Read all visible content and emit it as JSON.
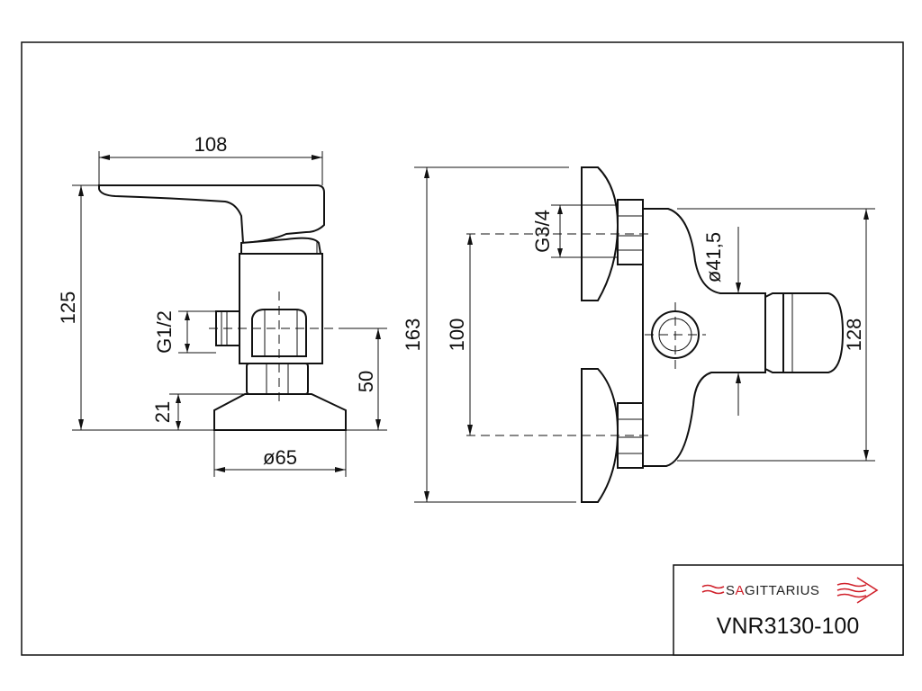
{
  "dimensions": {
    "side_width": "108",
    "side_height": "125",
    "inlet_thread": "G1/2",
    "base_height": "21",
    "center_height": "50",
    "base_diameter": "ø65",
    "front_height": "163",
    "center_distance": "100",
    "outlet_thread": "G3/4",
    "outlet_diameter": "ø41,5",
    "body_height": "128"
  },
  "title_block": {
    "brand": {
      "prefix": "S",
      "accent": "A",
      "rest": "GITTARIUS",
      "accent_color": "#d0202a",
      "logo_color": "#d0202a"
    },
    "model_code": "VNR3130-100"
  }
}
